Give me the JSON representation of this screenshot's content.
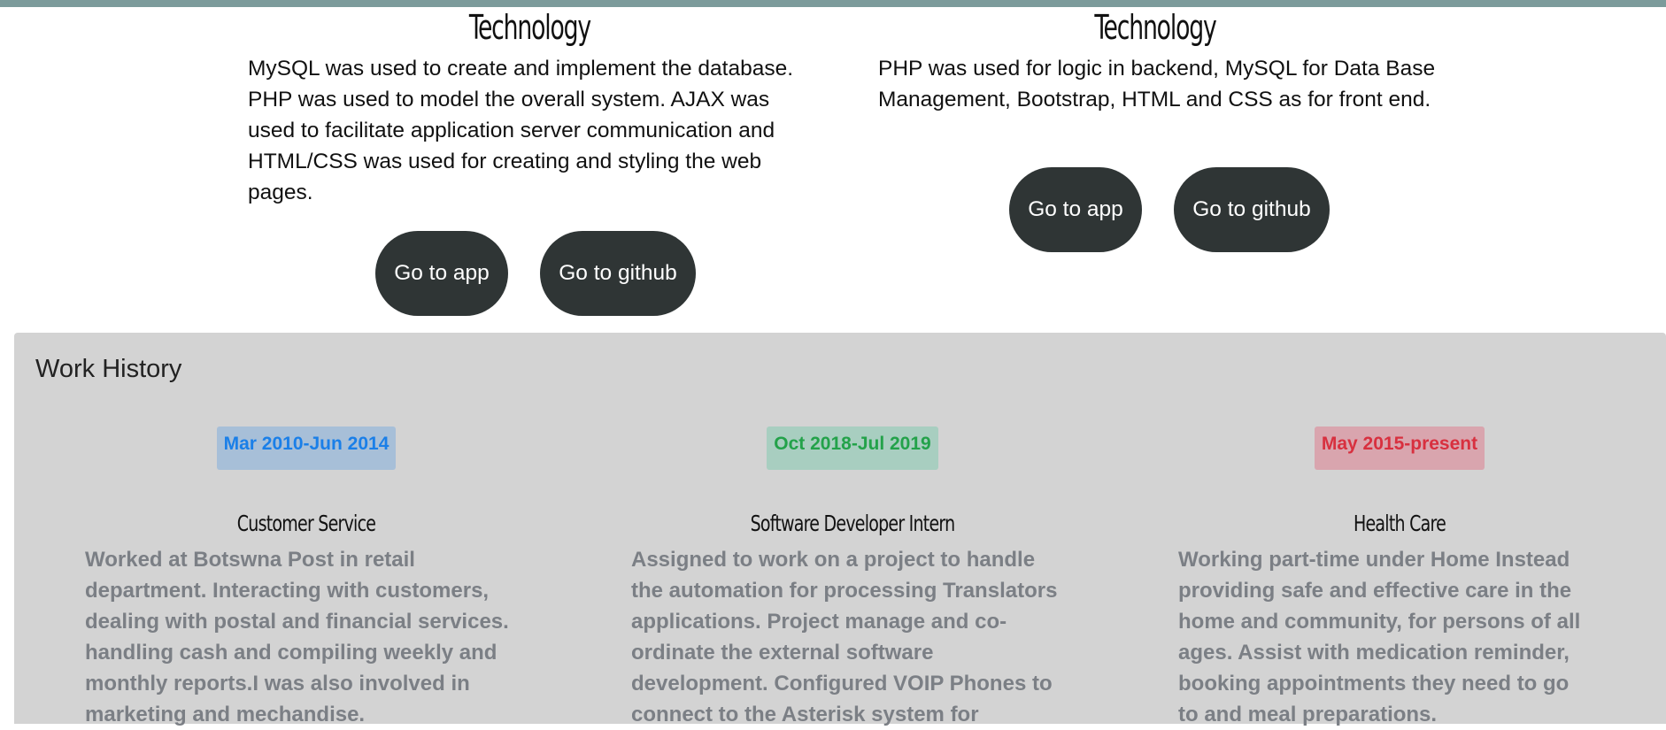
{
  "projects": [
    {
      "heading": "Technology",
      "text": "MySQL was used to create and implement the database. PHP was used to model the overall system. AJAX was used to facilitate application server communication and HTML/CSS was used for creating and styling the web pages.",
      "app_label": "Go to app",
      "github_label": "Go to github"
    },
    {
      "heading": "Technology",
      "text": "PHP was used for logic in backend, MySQL for Data Base Management, Bootstrap, HTML and CSS as for front end.",
      "app_label": "Go to app",
      "github_label": "Go to github"
    }
  ],
  "work_history": {
    "title": "Work History",
    "jobs": [
      {
        "dates": "Mar 2010-Jun 2014",
        "badge_color": "#1a7fe8",
        "title": "Customer Service",
        "description": "Worked at Botswna Post in retail department. Interacting with customers, dealing with postal and financial services. handling cash and compiling weekly and monthly reports.I was also involved in marketing and mechandise."
      },
      {
        "dates": "Oct 2018-Jul 2019",
        "badge_color": "#23a24a",
        "title": "Software Developer Intern",
        "description": "Assigned to work on a project to handle the automation for processing Translators applications. Project manage and co-ordinate the external software development. Configured VOIP Phones to connect to the Asterisk system for"
      },
      {
        "dates": "May 2015-present",
        "badge_color": "#d8303f",
        "title": "Health Care",
        "description": "Working part-time under Home Instead providing safe and effective care in the home and community, for persons of all ages. Assist with medication reminder, booking appointments they need to go to and meal preparations."
      }
    ]
  },
  "colors": {
    "top_bar": "#7c9b9b",
    "button_bg": "#2f3535",
    "work_bg": "#d3d3d3"
  }
}
